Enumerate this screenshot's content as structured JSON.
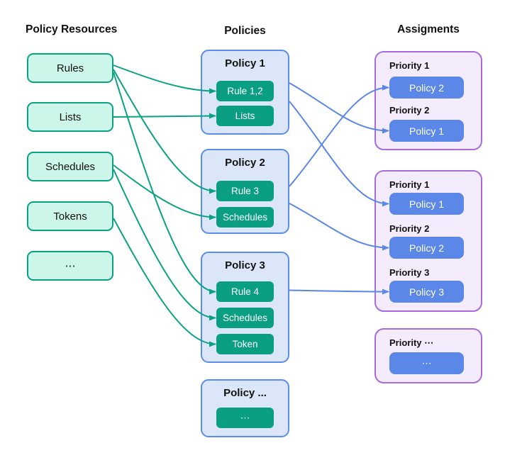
{
  "headers": {
    "resources": "Policy Resources",
    "policies": "Policies",
    "assignments": "Assigments"
  },
  "colors": {
    "teal_border": "#0ba183",
    "teal_fill": "#cdf6ea",
    "teal_chip": "#0a9e82",
    "green_arrow": "#0ba183",
    "blue_border": "#5b8cf0",
    "blue_fill": "#dbe7f9",
    "blue_chip": "#5b87e8",
    "blue_arrow": "#5b87e8",
    "purple_border": "#a76de0",
    "purple_fill": "#f4ebfc",
    "text": "#111111",
    "chip_text": "#ffffff"
  },
  "resources": [
    {
      "label": "Rules"
    },
    {
      "label": "Lists"
    },
    {
      "label": "Schedules"
    },
    {
      "label": "Tokens"
    },
    {
      "label": "⋯"
    }
  ],
  "policies": [
    {
      "title": "Policy 1",
      "chips": [
        {
          "label": "Rule 1,2"
        },
        {
          "label": "Lists"
        }
      ]
    },
    {
      "title": "Policy 2",
      "chips": [
        {
          "label": "Rule 3"
        },
        {
          "label": "Schedules"
        }
      ]
    },
    {
      "title": "Policy 3",
      "chips": [
        {
          "label": "Rule 4"
        },
        {
          "label": "Schedules"
        },
        {
          "label": "Token"
        }
      ]
    },
    {
      "title": "Policy ...",
      "chips": [
        {
          "label": "⋯"
        }
      ]
    }
  ],
  "assignments": [
    {
      "entries": [
        {
          "priority": "Priority 1",
          "policy": "Policy 2"
        },
        {
          "priority": "Priority 2",
          "policy": "Policy 1"
        }
      ]
    },
    {
      "entries": [
        {
          "priority": "Priority 1",
          "policy": "Policy 1"
        },
        {
          "priority": "Priority 2",
          "policy": "Policy 2"
        },
        {
          "priority": "Priority 3",
          "policy": "Policy 3"
        }
      ]
    },
    {
      "entries": [
        {
          "priority": "Priority ⋯",
          "policy": "⋯"
        }
      ]
    }
  ],
  "connections": {
    "green": [
      {
        "from": "res-rules",
        "to": "chip-p1-rule12",
        "exit": -4
      },
      {
        "from": "res-rules",
        "to": "chip-p2-rule3",
        "exit": 2
      },
      {
        "from": "res-rules",
        "to": "chip-p3-rule4",
        "exit": 6
      },
      {
        "from": "res-lists",
        "to": "chip-p1-lists",
        "exit": 0
      },
      {
        "from": "res-schedules",
        "to": "chip-p2-schedules",
        "exit": -2
      },
      {
        "from": "res-schedules",
        "to": "chip-p3-schedules",
        "exit": 4
      },
      {
        "from": "res-tokens",
        "to": "chip-p3-token",
        "exit": 3
      }
    ],
    "blue": [
      {
        "from": "box-policy-1",
        "to": "chip-a1-policy1",
        "exit": -13
      },
      {
        "from": "box-policy-1",
        "to": "chip-a2-policy1",
        "exit": 13
      },
      {
        "from": "box-policy-2",
        "to": "chip-a1-policy2",
        "exit": -7
      },
      {
        "from": "box-policy-2",
        "to": "chip-a2-policy2",
        "exit": 17
      },
      {
        "from": "box-policy-3",
        "to": "chip-a2-policy3",
        "exit": -24
      }
    ]
  }
}
